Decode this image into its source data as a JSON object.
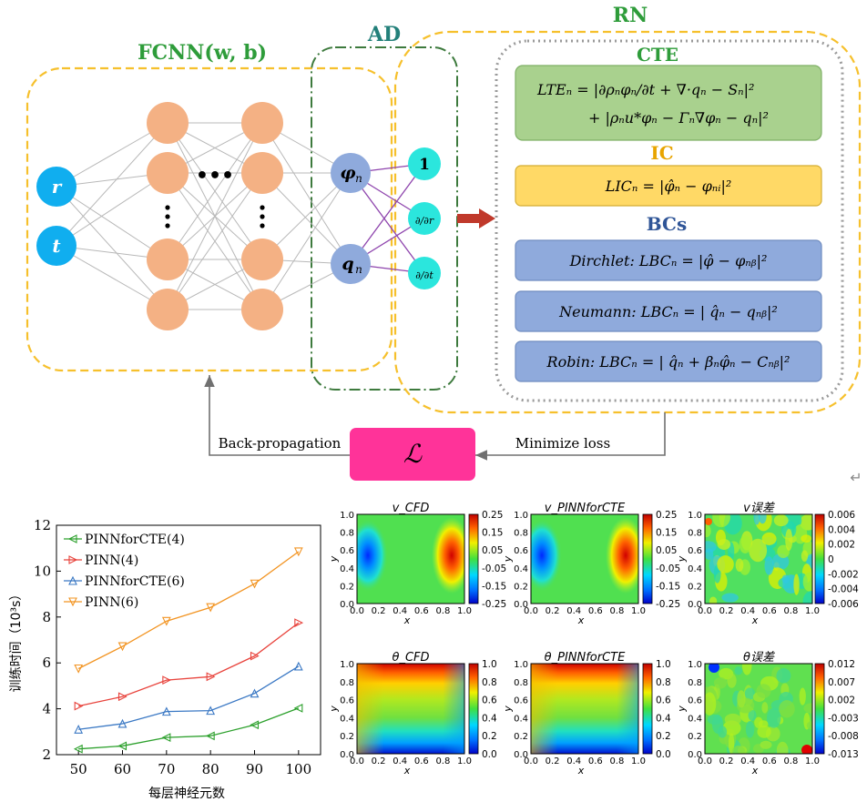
{
  "network": {
    "fcnn_title": "FCNN(w, b)",
    "ad_title": "AD",
    "rn_title": "RN",
    "inputs": [
      "r",
      "t"
    ],
    "hidden_ellipsis_h": "•••",
    "hidden_ellipsis_v": "•\n•\n•",
    "outputs": [
      "φ",
      "q"
    ],
    "output_subscript": "n",
    "ad_ops": [
      "1",
      "∂/∂r",
      "∂/∂t"
    ]
  },
  "rn": {
    "cte_title": "CTE",
    "cte_line1": "LTEₙ = |∂ρₙφₙ/∂t + ∇·qₙ − Sₙ|²",
    "cte_line2": "+ |ρₙu*φₙ − Γₙ∇φₙ − qₙ|²",
    "ic_title": "IC",
    "ic_eq": "LICₙ = |φ̂ₙ − φₙᵢ|²",
    "bcs_title": "BCs",
    "bc_dirichlet": "Dirchlet: LBCₙ = |φ̂ − φₙᵦ|²",
    "bc_neumann": "Neumann: LBCₙ = | q̂ₙ − qₙᵦ|²",
    "bc_robin": "Robin: LBCₙ = | q̂ₙ + βₙφ̂ₙ − Cₙᵦ|²"
  },
  "loss": {
    "symbol": "ℒ",
    "back_label": "Back-propagation",
    "min_label": "Minimize loss",
    "return_mark": "↵"
  },
  "colors": {
    "yellow_dash": "#f6c02c",
    "green_dash": "#3d7a3d",
    "gray_dot": "#8c8c8c",
    "input_node": "#10aeef",
    "hidden_node": "#f4b184",
    "output_node": "#8faadc",
    "ad_node": "#2be6dd",
    "cte_box": "#a9d18e",
    "ic_box": "#ffd966",
    "bc_box": "#8faadc",
    "loss_box": "#ff3399",
    "arrow_red": "#c0392b",
    "title_green": "#2e9c3a",
    "ic_orange": "#e8a400",
    "bcs_blue": "#2f5597",
    "ad_green": "#23807a"
  },
  "chart_data": {
    "type": "line",
    "x": [
      50,
      60,
      70,
      80,
      90,
      100
    ],
    "xlabel": "每层神经元数",
    "ylabel": "训练时间（10³s）",
    "xlim": [
      45,
      105
    ],
    "ylim": [
      2,
      12
    ],
    "xticks": [
      "50",
      "60",
      "70",
      "80",
      "90",
      "100"
    ],
    "yticks": [
      "2",
      "4",
      "6",
      "8",
      "10",
      "12"
    ],
    "legend_position": "top-left",
    "series": [
      {
        "name": "PINNforCTE(4)",
        "color": "#2ca02c",
        "marker": "tri-left",
        "values": [
          2.25,
          2.38,
          2.75,
          2.82,
          3.3,
          4.03
        ]
      },
      {
        "name": "PINN(4)",
        "color": "#e8433c",
        "marker": "tri-right",
        "values": [
          4.12,
          4.53,
          5.25,
          5.4,
          6.3,
          7.75
        ]
      },
      {
        "name": "PINNforCTE(6)",
        "color": "#3a78c4",
        "marker": "tri-up",
        "values": [
          3.1,
          3.35,
          3.88,
          3.92,
          4.67,
          5.85
        ]
      },
      {
        "name": "PINN(6)",
        "color": "#f29422",
        "marker": "tri-down",
        "values": [
          5.75,
          6.72,
          7.82,
          8.42,
          9.45,
          10.85
        ]
      }
    ]
  },
  "heatmaps": {
    "axis_ticks": [
      "0.0",
      "0.2",
      "0.4",
      "0.6",
      "0.8",
      "1.0"
    ],
    "xlabel": "x",
    "ylabel": "y",
    "panels": [
      {
        "title": "v_CFD",
        "ticks": [
          "0.25",
          "0.15",
          "0.05",
          "-0.05",
          "-0.15",
          "-0.25"
        ],
        "kind": "v"
      },
      {
        "title": "v_PINNforCTE",
        "ticks": [
          "0.25",
          "0.15",
          "0.05",
          "-0.05",
          "-0.15",
          "-0.25"
        ],
        "kind": "v"
      },
      {
        "title": "v误差",
        "ticks": [
          "0.006",
          "0.004",
          "0.002",
          "0",
          "-0.002",
          "-0.004",
          "-0.006"
        ],
        "kind": "err"
      },
      {
        "title": "θ_CFD",
        "ticks": [
          "1.0",
          "0.8",
          "0.6",
          "0.4",
          "0.2",
          "0.0"
        ],
        "kind": "theta"
      },
      {
        "title": "θ_PINNforCTE",
        "ticks": [
          "1.0",
          "0.8",
          "0.6",
          "0.4",
          "0.2",
          "0.0"
        ],
        "kind": "theta"
      },
      {
        "title": "θ误差",
        "ticks": [
          "0.012",
          "0.007",
          "0.002",
          "-0.003",
          "-0.008",
          "-0.013"
        ],
        "kind": "err2"
      }
    ]
  }
}
